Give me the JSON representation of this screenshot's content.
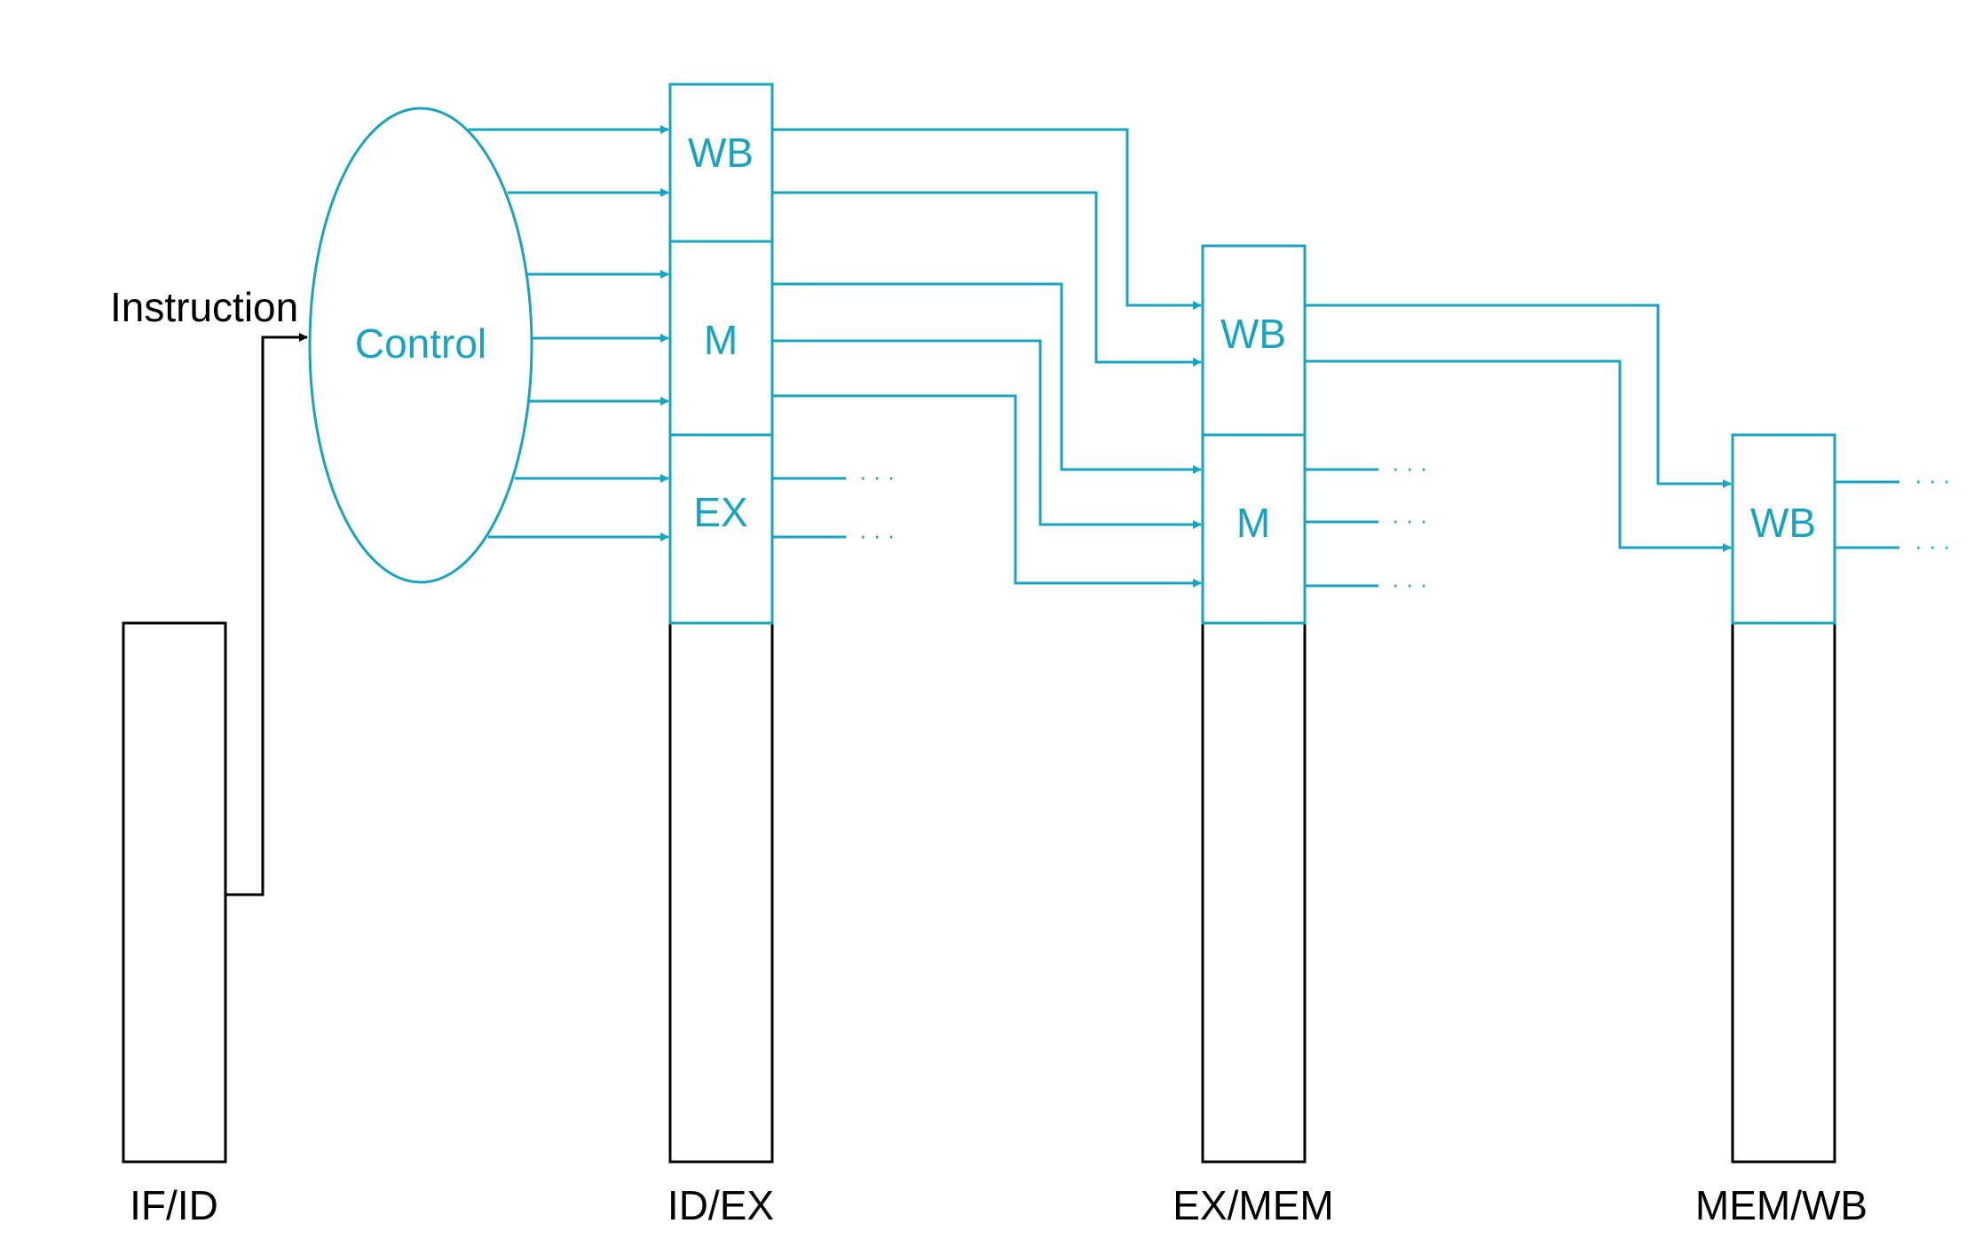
{
  "colors": {
    "accent": "#1aa3bf",
    "ink": "#000000",
    "background": "#ffffff"
  },
  "input_label": "Instruction",
  "control_label": "Control",
  "ellipsis": "· · ·",
  "registers": {
    "if_id": {
      "name": "IF/ID"
    },
    "id_ex": {
      "name": "ID/EX",
      "fields": [
        "WB",
        "M",
        "EX"
      ]
    },
    "ex_mem": {
      "name": "EX/MEM",
      "fields": [
        "WB",
        "M"
      ]
    },
    "mem_wb": {
      "name": "MEM/WB",
      "fields": [
        "WB"
      ]
    }
  }
}
